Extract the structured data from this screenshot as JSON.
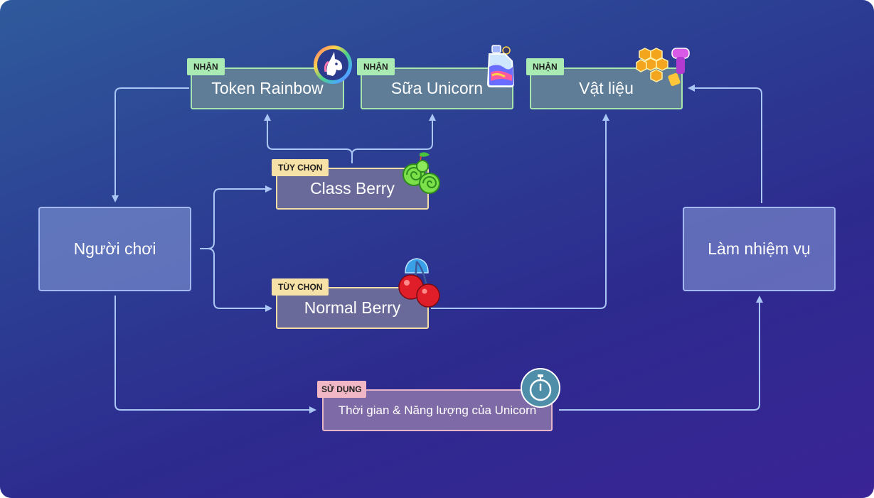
{
  "diagram": {
    "colors": {
      "arrow": "#a9c6f4",
      "tag_receive": "#a9ebb2",
      "tag_optional": "#f6e1a6",
      "tag_use": "#f1b7c6"
    },
    "nodes": {
      "player": "Người chơi",
      "quest": "Làm nhiệm vụ",
      "token_rainbow": "Token Rainbow",
      "unicorn_milk": "Sữa Unicorn",
      "materials": "Vật liệu",
      "class_berry": "Class Berry",
      "normal_berry": "Normal Berry",
      "time_energy": "Thời gian & Năng lượng của Unicorn"
    },
    "tags": {
      "receive": "NHẬN",
      "optional": "TÙY CHỌN",
      "use": "SỬ DỤNG"
    },
    "icons": [
      "unicorn-token-icon",
      "milk-bottle-icon",
      "materials-icon",
      "class-berry-icon",
      "cherry-icon",
      "stopwatch-icon"
    ]
  }
}
